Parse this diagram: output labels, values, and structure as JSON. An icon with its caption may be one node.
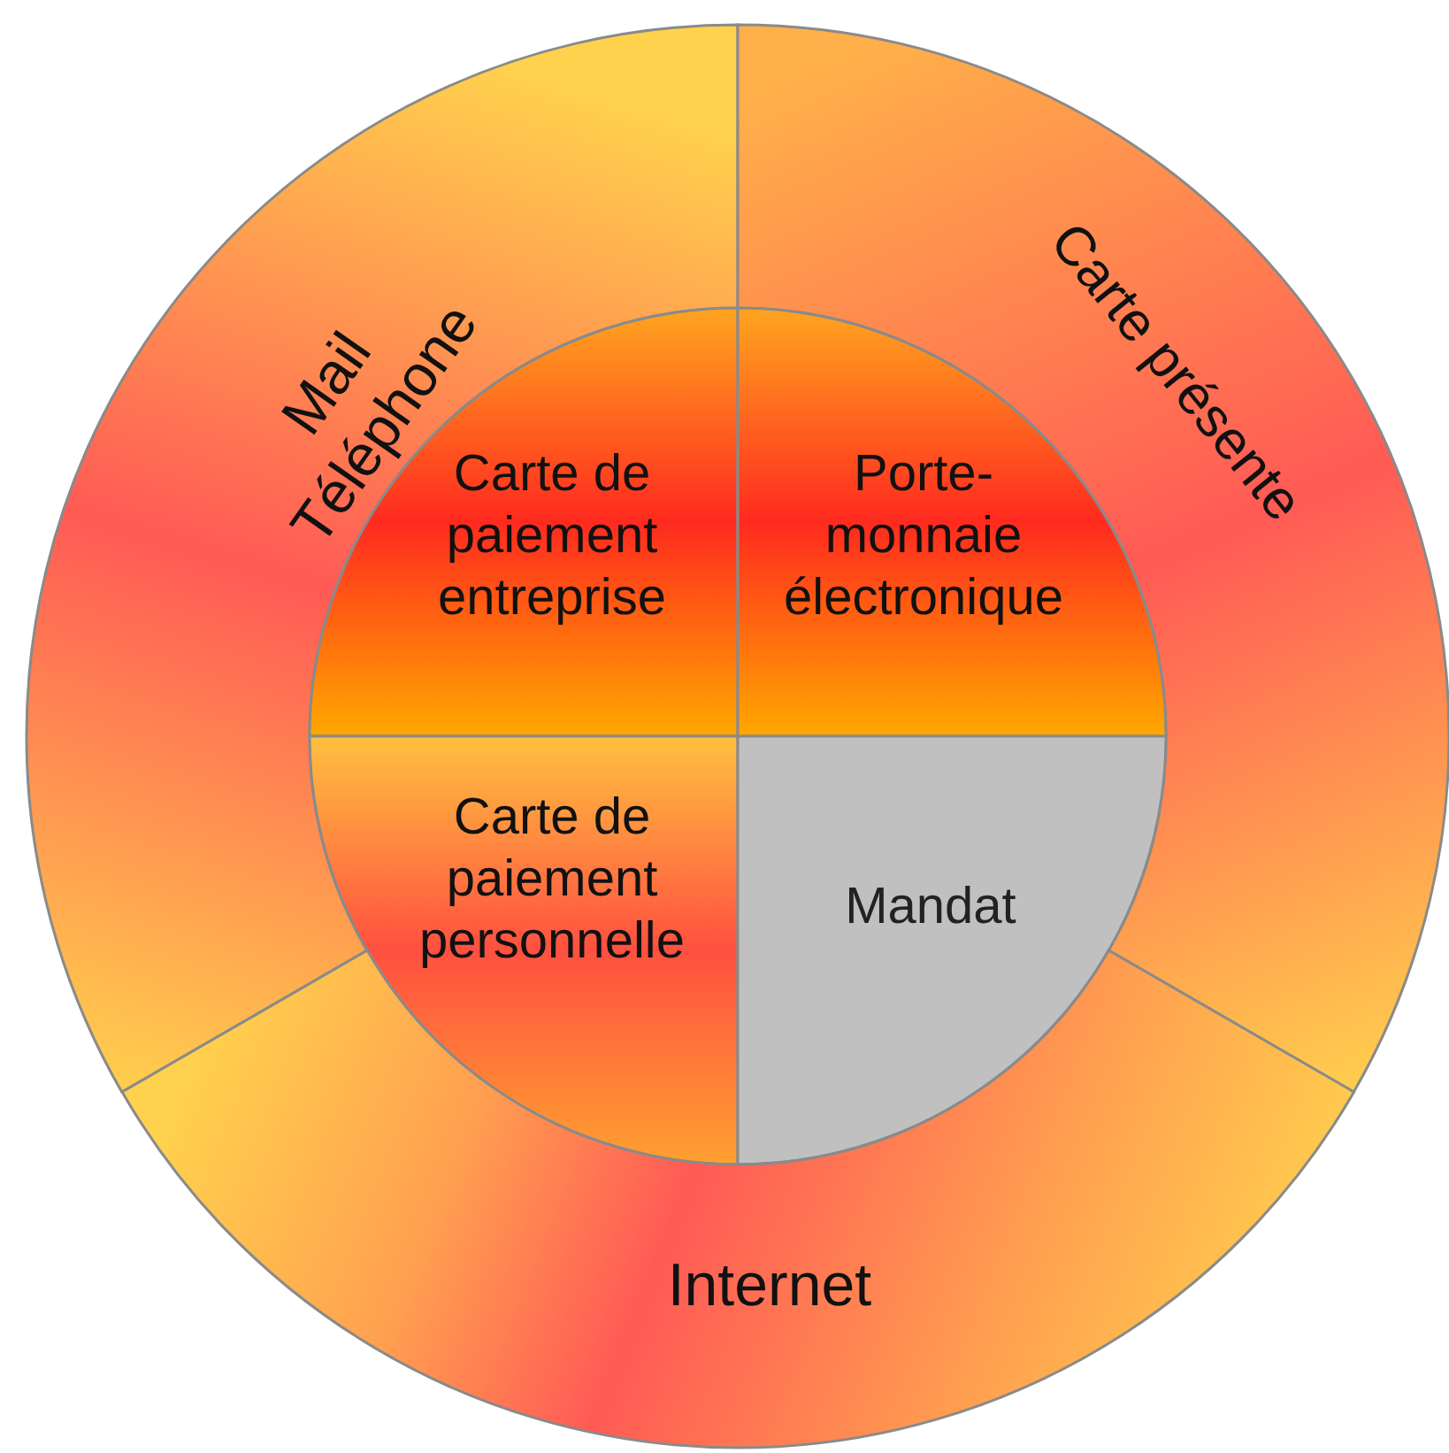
{
  "diagram": {
    "nodes": [
      {
        "text": [
          "Mail Téléphone"
        ]
      },
      {
        "text": [
          "Carte présente"
        ]
      },
      {
        "text": [
          "Carte de paiement entreprise"
        ]
      },
      {
        "text": [
          "Porte-monnaie électronique"
        ]
      },
      {
        "text": [
          "Carte de paiement personnelle"
        ]
      },
      {
        "text": [
          "Mandat"
        ]
      },
      {
        "text": [
          "Internet"
        ]
      }
    ]
  }
}
